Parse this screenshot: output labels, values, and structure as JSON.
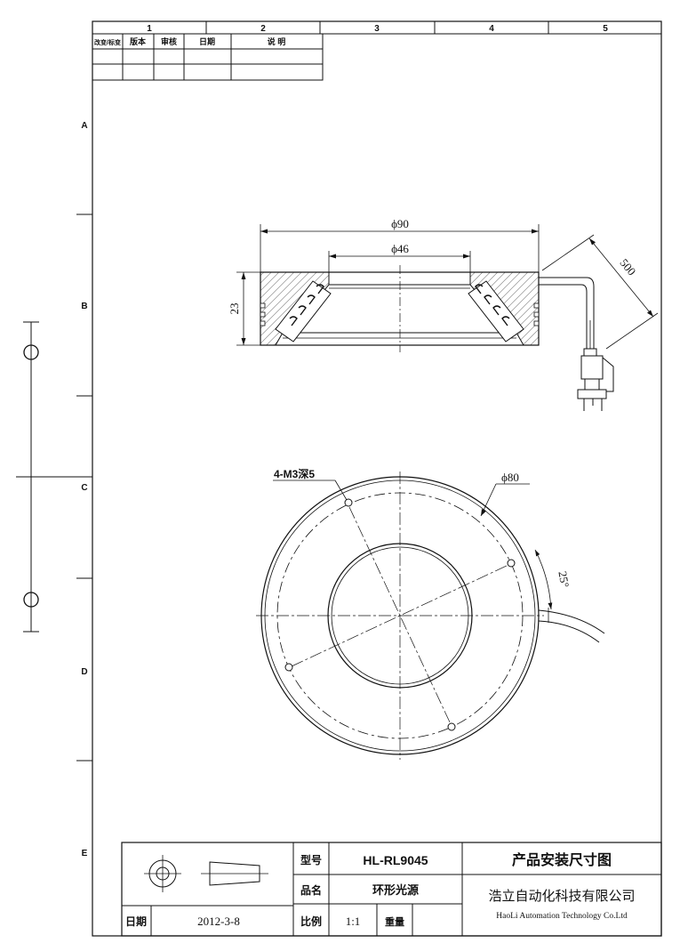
{
  "frame": {
    "columns": [
      "1",
      "2",
      "3",
      "4",
      "5"
    ],
    "rows": [
      "A",
      "B",
      "C",
      "D",
      "E"
    ]
  },
  "revision_table": {
    "headers": [
      "改变/标变",
      "版本",
      "审核",
      "日期",
      "说 明"
    ]
  },
  "side_view": {
    "outer_diameter": "ϕ90",
    "inner_diameter": "ϕ46",
    "height": "23",
    "cable_length": "500"
  },
  "top_view": {
    "holes_label": "4-M3深5",
    "bolt_circle": "ϕ80",
    "angle": "25°"
  },
  "title_block": {
    "model_label": "型号",
    "model_value": "HL-RL9045",
    "name_label": "品名",
    "name_value": "环形光源",
    "date_label": "日期",
    "date_value": "2012-3-8",
    "scale_label": "比例",
    "scale_value": "1:1",
    "weight_label": "重量",
    "drawing_title": "产品安装尺寸图",
    "company_cn": "浩立自动化科技有限公司",
    "company_en": "HaoLi Automation Technology Co.Ltd"
  }
}
